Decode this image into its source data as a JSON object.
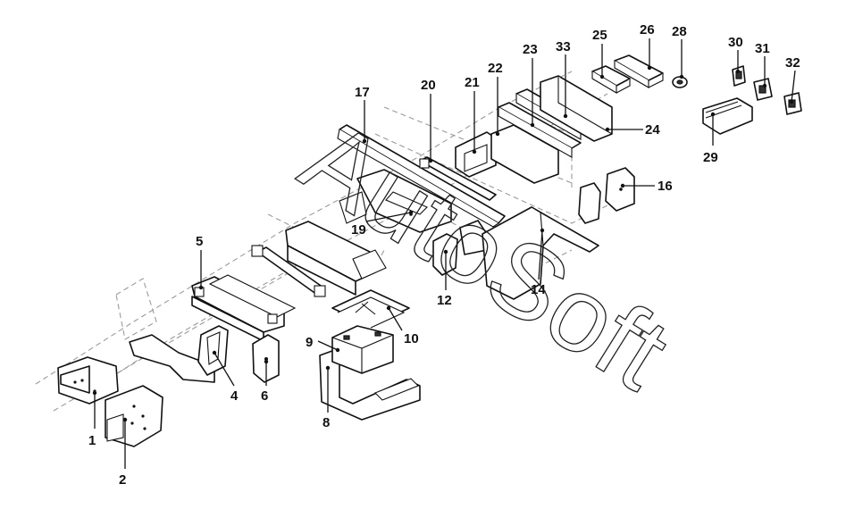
{
  "watermark": "AutoSoft",
  "callouts": [
    {
      "id": "callout-1",
      "label": "1"
    },
    {
      "id": "callout-2",
      "label": "2"
    },
    {
      "id": "callout-4",
      "label": "4"
    },
    {
      "id": "callout-5",
      "label": "5"
    },
    {
      "id": "callout-6",
      "label": "6"
    },
    {
      "id": "callout-8",
      "label": "8"
    },
    {
      "id": "callout-9",
      "label": "9"
    },
    {
      "id": "callout-10",
      "label": "10"
    },
    {
      "id": "callout-12",
      "label": "12"
    },
    {
      "id": "callout-14",
      "label": "14"
    },
    {
      "id": "callout-16",
      "label": "16"
    },
    {
      "id": "callout-17",
      "label": "17"
    },
    {
      "id": "callout-19",
      "label": "19"
    },
    {
      "id": "callout-20",
      "label": "20"
    },
    {
      "id": "callout-21",
      "label": "21"
    },
    {
      "id": "callout-22",
      "label": "22"
    },
    {
      "id": "callout-23",
      "label": "23"
    },
    {
      "id": "callout-24",
      "label": "24"
    },
    {
      "id": "callout-25",
      "label": "25"
    },
    {
      "id": "callout-26",
      "label": "26"
    },
    {
      "id": "callout-28",
      "label": "28"
    },
    {
      "id": "callout-29",
      "label": "29"
    },
    {
      "id": "callout-30",
      "label": "30"
    },
    {
      "id": "callout-31",
      "label": "31"
    },
    {
      "id": "callout-32",
      "label": "32"
    },
    {
      "id": "callout-33",
      "label": "33"
    }
  ]
}
